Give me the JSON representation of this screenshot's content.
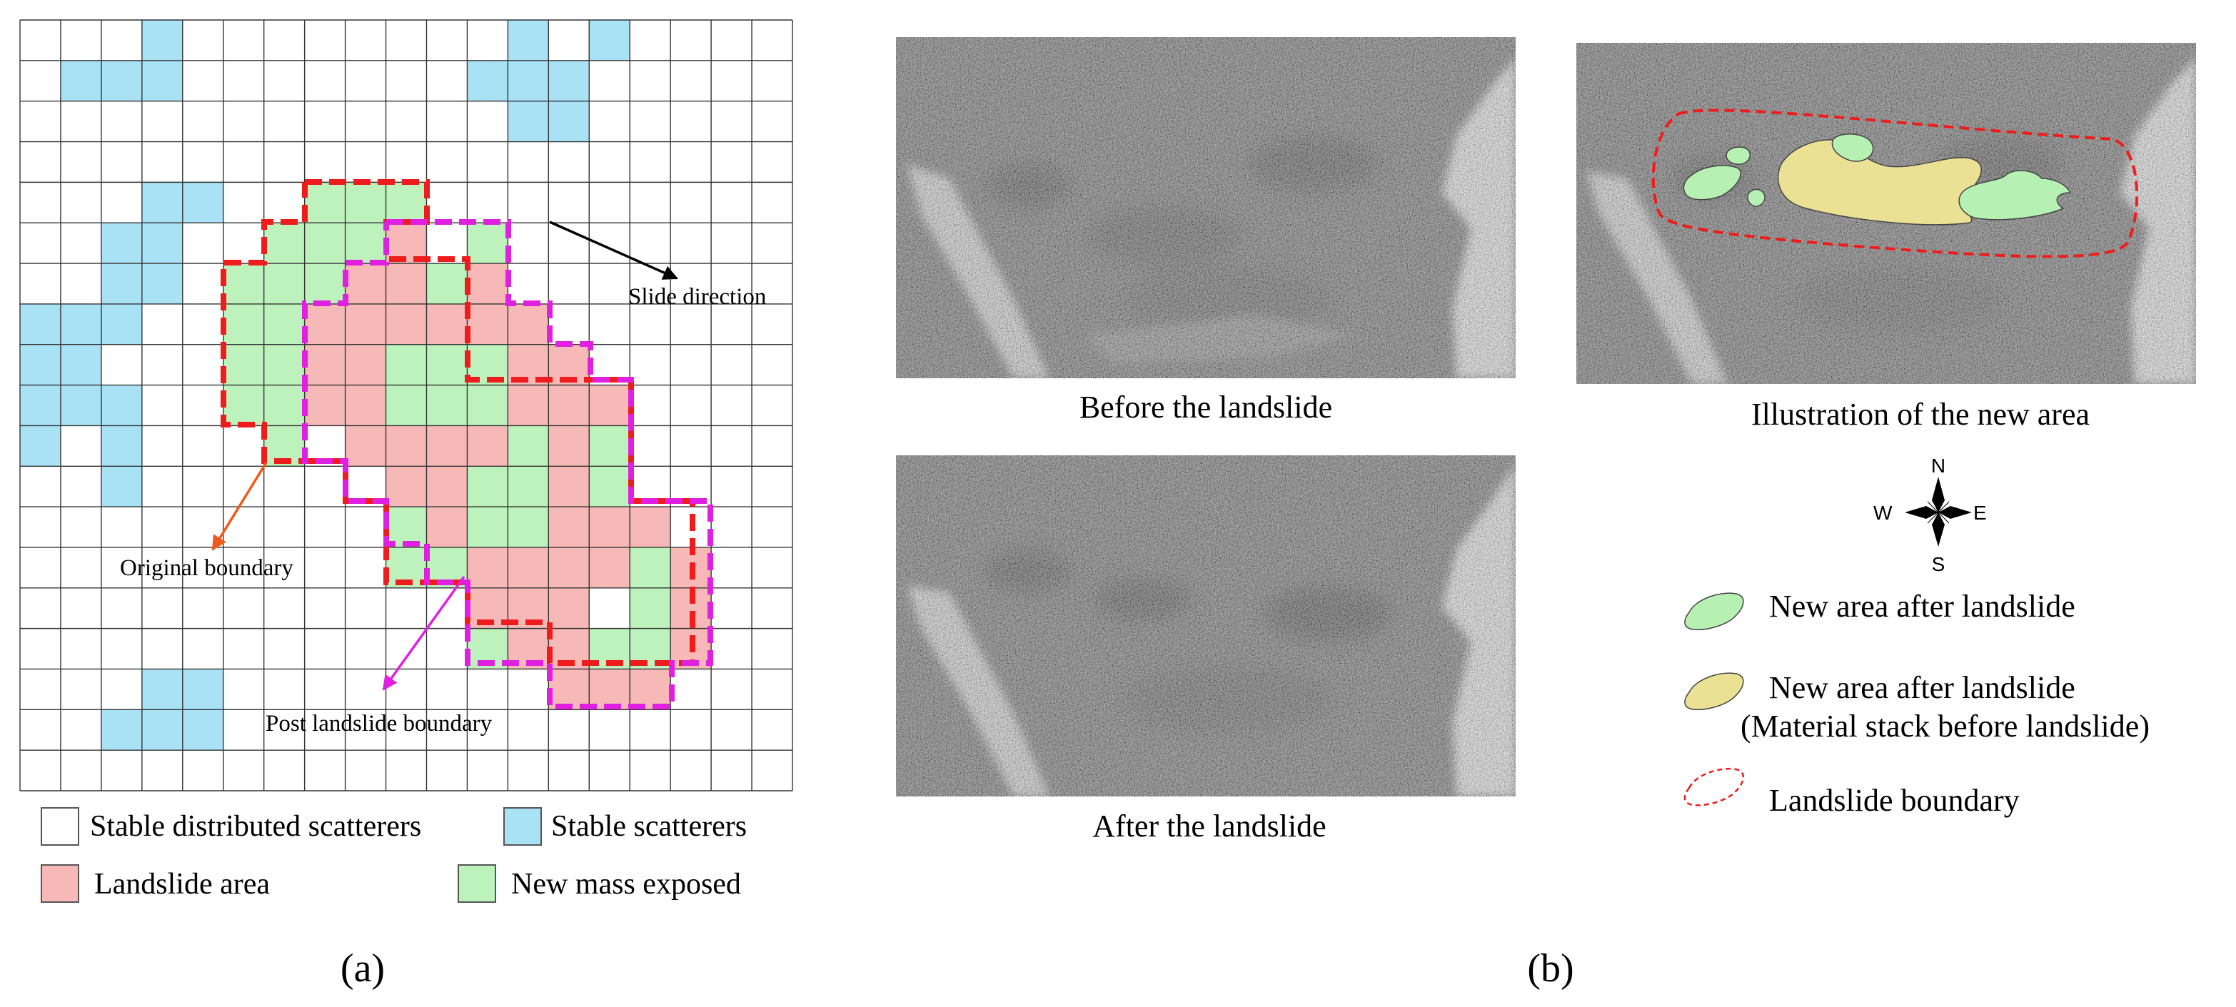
{
  "panel_a": {
    "label": "(a)",
    "annotations": {
      "slide_direction": "Slide direction",
      "original_boundary": "Original boundary",
      "post_landslide_boundary": "Post landslide boundary"
    },
    "legend": {
      "stable_distributed": "Stable distributed scatterers",
      "stable_scatterers": "Stable scatterers",
      "landslide_area": "Landslide area",
      "new_mass": "New mass exposed"
    },
    "colors": {
      "stable_distributed": "#ffffff",
      "stable_scatterers": "#a9e1f5",
      "landslide_area": "#f7b8b8",
      "new_mass": "#bdf2bd",
      "original_boundary": "#ee1c1c",
      "post_boundary": "#e020e0",
      "slide_arrow": "#000000",
      "original_arrow": "#f05a1a",
      "post_arrow": "#e020e0"
    },
    "grid": {
      "rows": 19,
      "cols": 19,
      "stable_scatterer_cells": [
        [
          0,
          3
        ],
        [
          0,
          12
        ],
        [
          0,
          14
        ],
        [
          1,
          1
        ],
        [
          1,
          2
        ],
        [
          1,
          3
        ],
        [
          1,
          11
        ],
        [
          1,
          12
        ],
        [
          1,
          13
        ],
        [
          2,
          12
        ],
        [
          2,
          13
        ],
        [
          4,
          3
        ],
        [
          4,
          4
        ],
        [
          5,
          2
        ],
        [
          5,
          3
        ],
        [
          6,
          2
        ],
        [
          6,
          3
        ],
        [
          7,
          0
        ],
        [
          7,
          1
        ],
        [
          7,
          2
        ],
        [
          8,
          0
        ],
        [
          8,
          1
        ],
        [
          9,
          0
        ],
        [
          9,
          1
        ],
        [
          9,
          2
        ],
        [
          10,
          0
        ],
        [
          10,
          2
        ],
        [
          11,
          2
        ],
        [
          16,
          3
        ],
        [
          16,
          4
        ],
        [
          17,
          2
        ],
        [
          17,
          3
        ],
        [
          17,
          4
        ]
      ],
      "landslide_cells": [
        [
          5,
          9
        ],
        [
          6,
          8
        ],
        [
          6,
          9
        ],
        [
          6,
          11
        ],
        [
          7,
          7
        ],
        [
          7,
          8
        ],
        [
          7,
          9
        ],
        [
          7,
          10
        ],
        [
          7,
          11
        ],
        [
          7,
          12
        ],
        [
          8,
          7
        ],
        [
          8,
          8
        ],
        [
          8,
          12
        ],
        [
          8,
          13
        ],
        [
          9,
          7
        ],
        [
          9,
          8
        ],
        [
          9,
          12
        ],
        [
          9,
          13
        ],
        [
          9,
          14
        ],
        [
          10,
          8
        ],
        [
          10,
          9
        ],
        [
          10,
          10
        ],
        [
          10,
          11
        ],
        [
          10,
          13
        ],
        [
          11,
          9
        ],
        [
          11,
          10
        ],
        [
          11,
          13
        ],
        [
          11,
          14
        ],
        [
          12,
          10
        ],
        [
          12,
          13
        ],
        [
          12,
          14
        ],
        [
          12,
          15
        ],
        [
          13,
          11
        ],
        [
          13,
          12
        ],
        [
          13,
          13
        ],
        [
          13,
          14
        ],
        [
          13,
          16
        ],
        [
          14,
          11
        ],
        [
          14,
          12
        ],
        [
          14,
          13
        ],
        [
          14,
          16
        ],
        [
          15,
          12
        ],
        [
          15,
          13
        ],
        [
          15,
          16
        ],
        [
          16,
          13
        ],
        [
          16,
          14
        ],
        [
          16,
          15
        ]
      ],
      "new_mass_cells": [
        [
          4,
          7
        ],
        [
          4,
          8
        ],
        [
          4,
          9
        ],
        [
          5,
          6
        ],
        [
          5,
          7
        ],
        [
          5,
          8
        ],
        [
          5,
          11
        ],
        [
          6,
          5
        ],
        [
          6,
          6
        ],
        [
          6,
          7
        ],
        [
          6,
          10
        ],
        [
          7,
          5
        ],
        [
          7,
          6
        ],
        [
          8,
          5
        ],
        [
          8,
          6
        ],
        [
          8,
          9
        ],
        [
          8,
          10
        ],
        [
          8,
          11
        ],
        [
          9,
          5
        ],
        [
          9,
          6
        ],
        [
          9,
          9
        ],
        [
          9,
          10
        ],
        [
          9,
          11
        ],
        [
          10,
          6
        ],
        [
          10,
          12
        ],
        [
          10,
          14
        ],
        [
          11,
          11
        ],
        [
          11,
          12
        ],
        [
          11,
          14
        ],
        [
          12,
          9
        ],
        [
          12,
          11
        ],
        [
          12,
          12
        ],
        [
          13,
          9
        ],
        [
          13,
          10
        ],
        [
          13,
          15
        ],
        [
          14,
          15
        ],
        [
          15,
          11
        ],
        [
          15,
          14
        ],
        [
          15,
          15
        ]
      ]
    }
  },
  "panel_b": {
    "label": "(b)",
    "captions": {
      "before": "Before the landslide",
      "after": "After the landslide",
      "illustration": "Illustration of the new area"
    },
    "compass": {
      "n": "N",
      "s": "S",
      "e": "E",
      "w": "W"
    },
    "legend": {
      "new_area": "New area after landslide",
      "material_line1": "New area after landslide",
      "material_line2": "(Material stack before landslide)",
      "boundary": "Landslide boundary"
    },
    "colors": {
      "new_area": "#b7f0b3",
      "material_stack": "#ebe195",
      "boundary": "#ee1c1c",
      "sar_base": "#5c5c5c"
    }
  }
}
